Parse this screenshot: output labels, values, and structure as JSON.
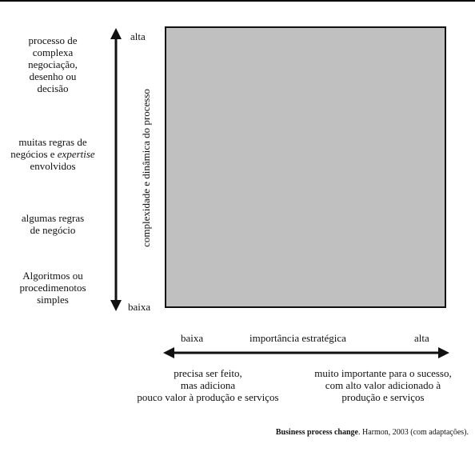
{
  "left_labels": {
    "l1": "processo de\ncomplexa\nnegociação,\ndesenho ou\ndecisão",
    "l2_prefix": "muitas regras de\nnegócios e ",
    "l2_italic": "expertise",
    "l2_suffix": "\nenvolvidos",
    "l3": "algumas regras\nde negócio",
    "l4": "Algoritmos ou\nprocedimenotos\nsimples"
  },
  "vertical_axis": {
    "title": "complexidade e dinâmica do processo",
    "high": "alta",
    "low": "baixa"
  },
  "horizontal_axis": {
    "title": "importância estratégica",
    "low": "baixa",
    "high": "alta"
  },
  "bottom_notes": {
    "left": "precisa ser feito,\nmas adiciona\npouco valor à produção e serviços",
    "right": "muito importante para o sucesso,\ncom alto valor adicionado à\nprodução e serviços"
  },
  "source": {
    "title": "Business process change",
    "rest": ". Harmon, 2003 (com adaptações)."
  },
  "colors": {
    "matrix_fill": "#c0c0c0",
    "ink": "#111111"
  }
}
